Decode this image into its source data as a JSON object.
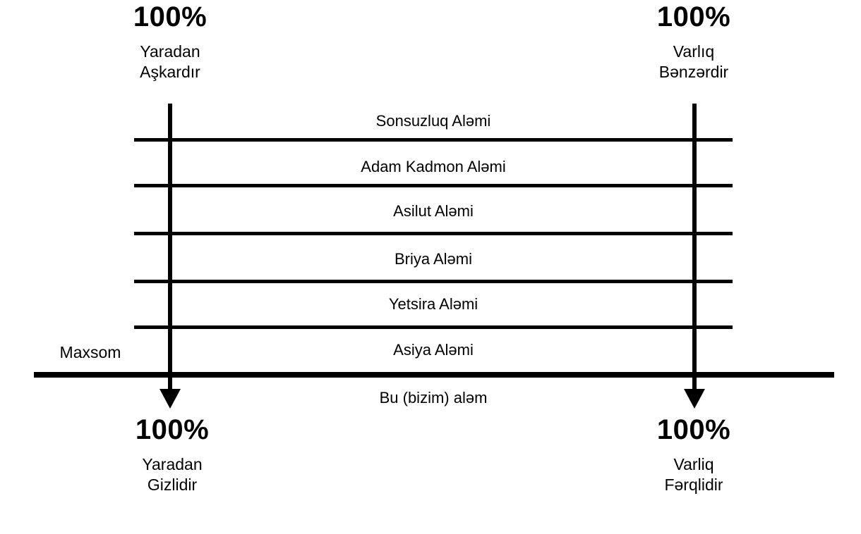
{
  "diagram": {
    "corners": {
      "top_left": {
        "percent": "100%",
        "line1": "Yaradan",
        "line2": "Aşkardır"
      },
      "top_right": {
        "percent": "100%",
        "line1": "Varlıq",
        "line2": "Bənzərdir"
      },
      "bottom_left": {
        "percent": "100%",
        "line1": "Yaradan",
        "line2": "Gizlidir"
      },
      "bottom_right": {
        "percent": "100%",
        "line1": "Varliq",
        "line2": "Fərqlidir"
      }
    },
    "worlds": [
      "Sonsuzluq Aləmi",
      "Adam Kadmon Aləmi",
      "Asilut Aləmi",
      "Briya Aləmi",
      "Yetsira Aləmi",
      "Asiya Aləmi"
    ],
    "maxsom_label": "Maxsom",
    "below_line_label": "Bu (bizim) aləm",
    "colors": {
      "ink": "#000000",
      "background": "#ffffff"
    }
  }
}
